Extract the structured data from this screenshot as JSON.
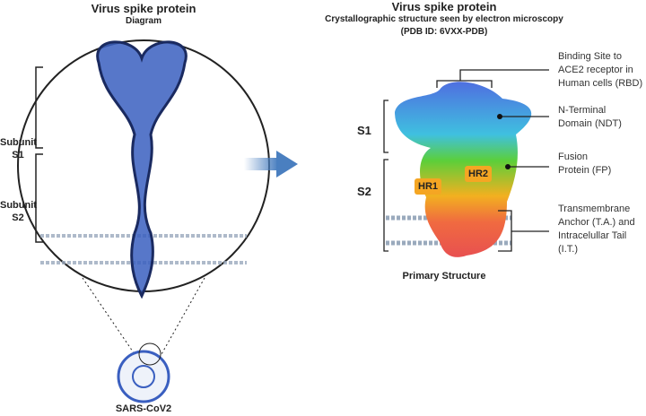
{
  "left": {
    "title": "Virus spike protein",
    "subtitle": "Diagram",
    "subunit_s1": [
      "Subunit",
      "S1"
    ],
    "subunit_s2": [
      "Subunit",
      "S2"
    ],
    "virus_label": "SARS-CoV2"
  },
  "right": {
    "title": "Virus spike protein",
    "subtitle": "Crystallographic structure seen by electron microscopy",
    "pdb": "(PDB ID: 6VXX-PDB)",
    "s1": "S1",
    "s2": "S2",
    "hr1": "HR1",
    "hr2": "HR2",
    "caption": "Primary Structure",
    "annotations": {
      "rbd": [
        "Binding Site to",
        "ACE2 receptor in",
        "Human cells (RBD)"
      ],
      "ndt": [
        "N-Terminal",
        "Domain (NDT)"
      ],
      "fp": [
        "Fusion",
        "Protein (FP)"
      ],
      "ta": [
        "Transmembrane",
        "Anchor (T.A.) and",
        "Intracelullar Tail",
        "(I.T.)"
      ]
    }
  },
  "colors": {
    "arrow": "#4a7fc0",
    "spike": "#3a5fc0",
    "hr": "#f5a623",
    "membrane": "#9aaabd"
  }
}
